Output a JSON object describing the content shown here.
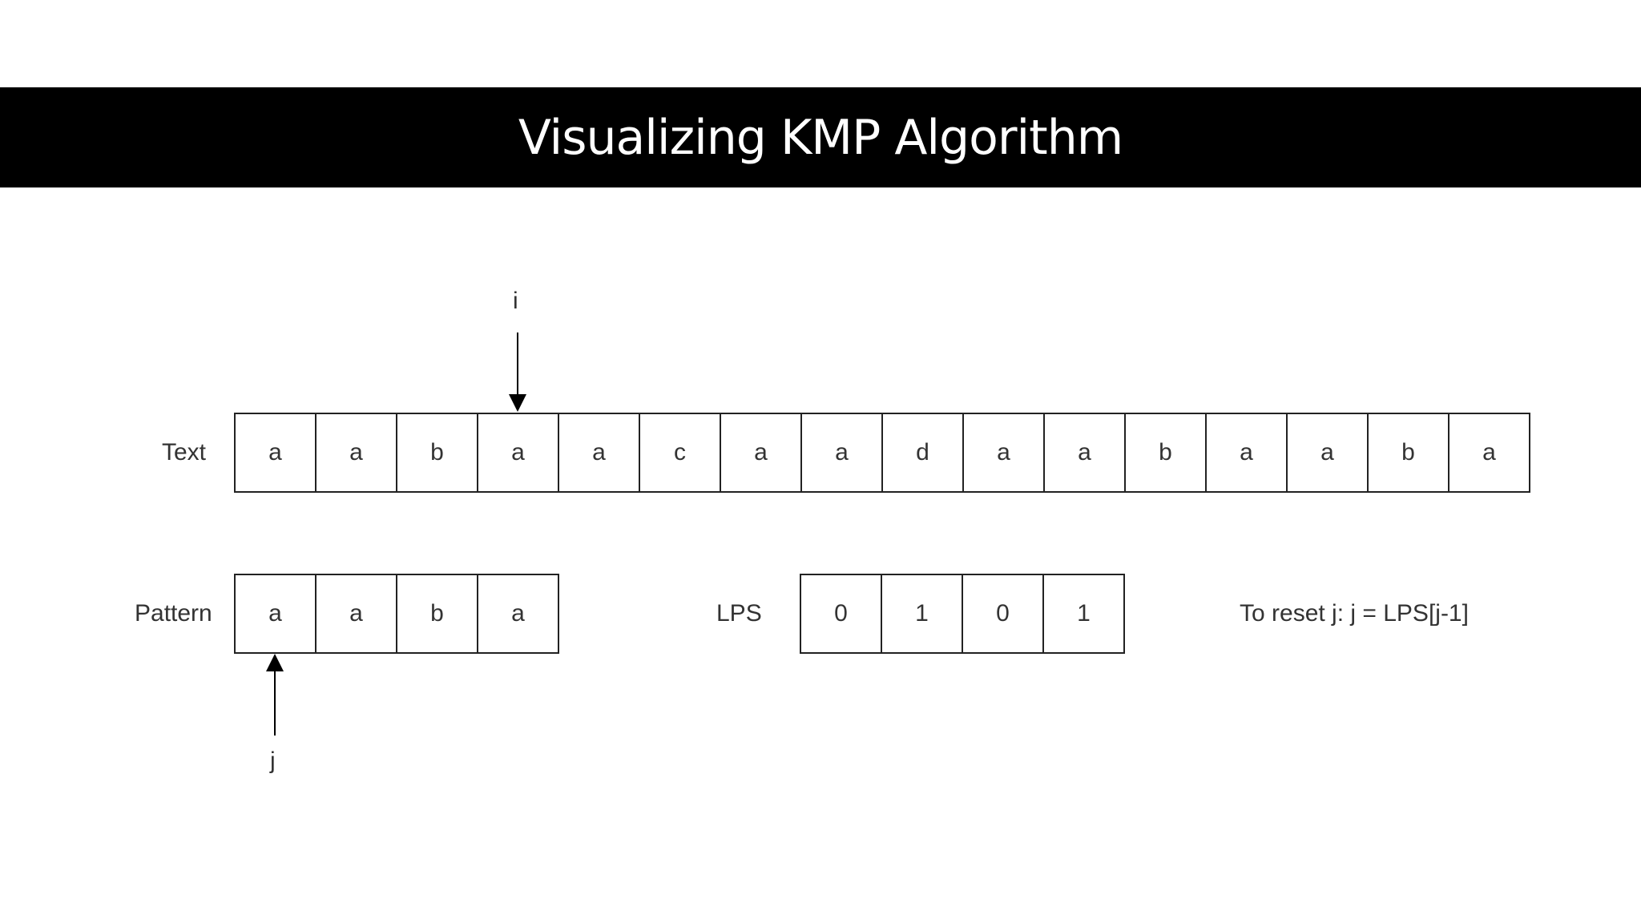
{
  "title": "Visualizing KMP Algorithm",
  "text_row": {
    "label": "Text",
    "cells": [
      "a",
      "a",
      "b",
      "a",
      "a",
      "c",
      "a",
      "a",
      "d",
      "a",
      "a",
      "b",
      "a",
      "a",
      "b",
      "a"
    ]
  },
  "pattern_row": {
    "label": "Pattern",
    "cells": [
      "a",
      "a",
      "b",
      "a"
    ]
  },
  "lps_row": {
    "label": "LPS",
    "cells": [
      "0",
      "1",
      "0",
      "1"
    ]
  },
  "pointers": {
    "i": {
      "label": "i",
      "text_index": 3
    },
    "j": {
      "label": "j",
      "pattern_index": 0
    }
  },
  "note": "To reset j: j = LPS[j-1]"
}
